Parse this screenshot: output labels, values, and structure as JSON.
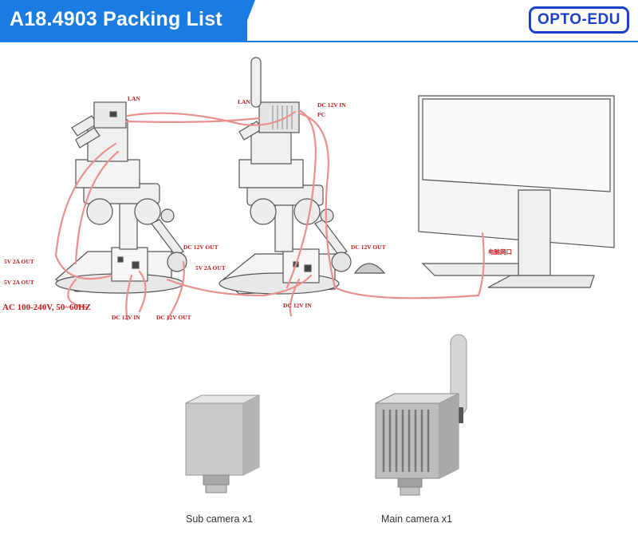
{
  "header": {
    "title": "A18.4903 Packing List",
    "logo_text": "OPTO-EDU",
    "accent_color": "#1a7ce0",
    "logo_color": "#1a3fc8"
  },
  "diagram": {
    "labels": {
      "lan_left": "LAN",
      "lan_right": "LAN",
      "dc12v_in_top": "DC 12V IN",
      "pc": "PC",
      "dc12v_out_left": "DC 12V OUT",
      "dc12v_out_right": "DC 12V OUT",
      "v5_2a_out_left_1": "5V 2A OUT",
      "v5_2a_out_left_2": "5V 2A OUT",
      "v5_2a_out_right": "5V 2A OUT",
      "ac_power": "AC 100-240V, 50~60HZ",
      "dc12v_in_bottom_left": "DC 12V IN",
      "dc12v_out_bottom": "DC 12V OUT",
      "dc12v_in_bottom_right": "DC 12V IN",
      "monitor_port": "电脑网口"
    },
    "cable_color": "#e89090",
    "label_color": "#c02020"
  },
  "products": {
    "sub_camera_caption": "Sub camera x1",
    "main_camera_caption": "Main camera x1"
  }
}
